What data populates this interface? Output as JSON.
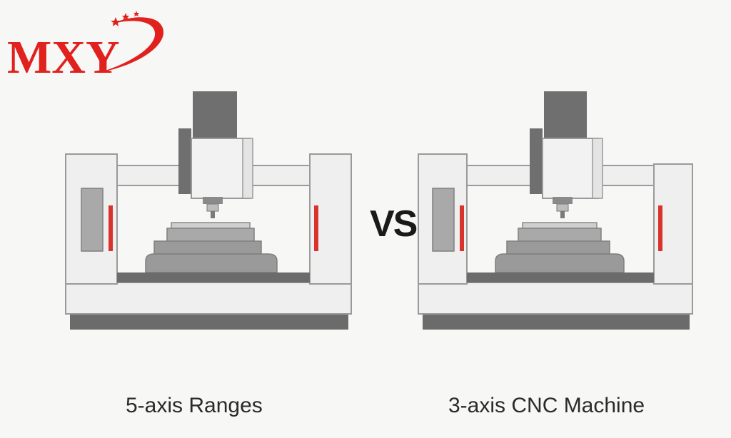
{
  "logo": {
    "text": "MXY",
    "brand_color": "#e0211d",
    "icon": "mxy-logo-icon"
  },
  "comparison": {
    "separator": "VS",
    "left_machine": {
      "caption": "5-axis Ranges",
      "icon": "cnc-machine-icon"
    },
    "right_machine": {
      "caption": "3-axis CNC Machine",
      "icon": "cnc-machine-icon"
    }
  },
  "colors": {
    "frame": "#efeff0",
    "outline": "#9a9a9a",
    "spindle": "#6f6f6f",
    "table": "#9a9a9a",
    "base": "#6b6b6b",
    "accent": "#d9342b"
  }
}
